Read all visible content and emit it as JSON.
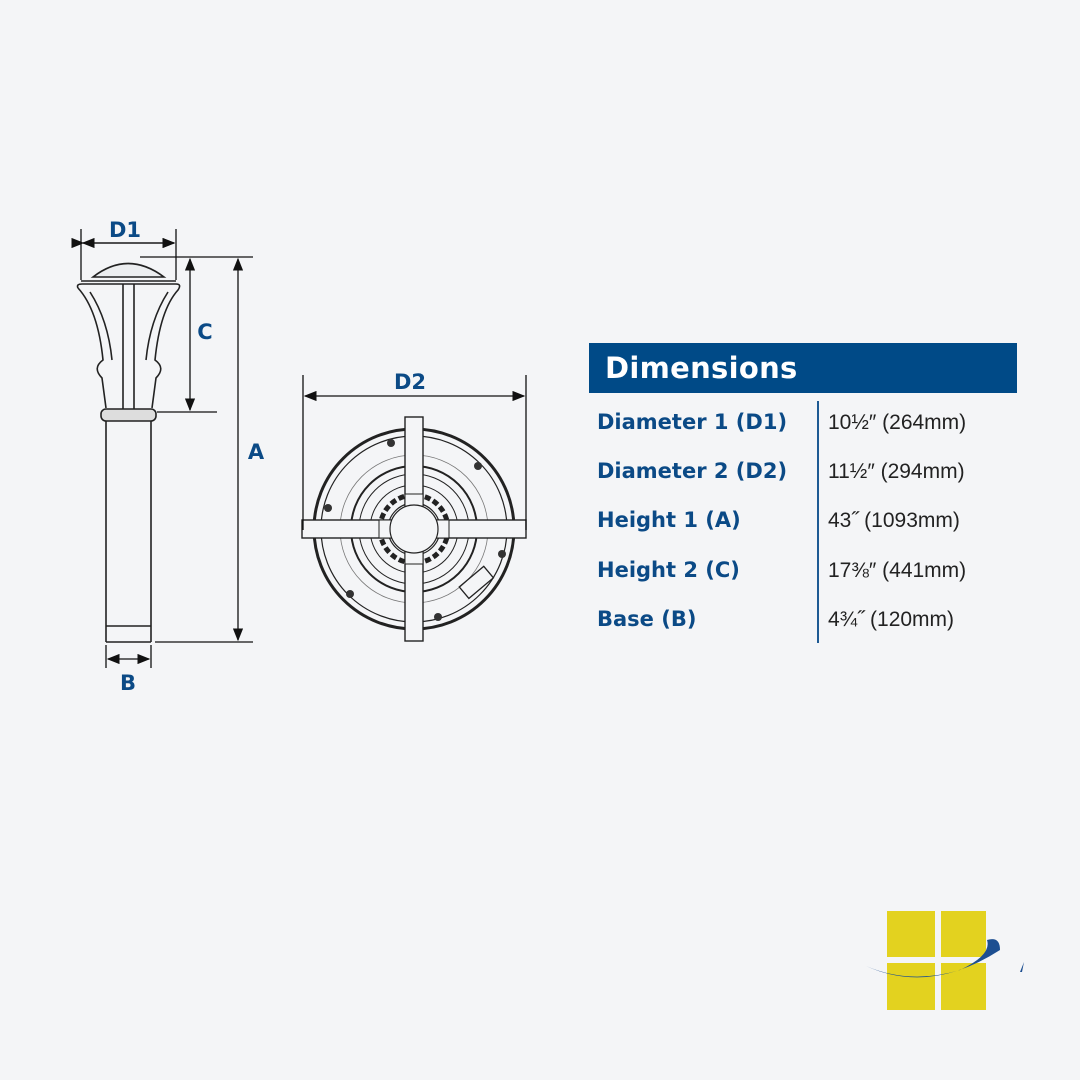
{
  "diagram": {
    "labels": {
      "d1": "D1",
      "d2": "D2",
      "a": "A",
      "b": "B",
      "c": "C"
    }
  },
  "table": {
    "title": "Dimensions",
    "rows": [
      {
        "label": "Diameter 1 (D1)",
        "value": "10½″ (264mm)"
      },
      {
        "label": "Diameter 2 (D2)",
        "value": "11½″ (294mm)"
      },
      {
        "label": "Height 1 (A)",
        "value": "43˝ (1093mm)"
      },
      {
        "label": "Height 2 (C)",
        "value": "17⅜″ (441mm)"
      },
      {
        "label": "Base (B)",
        "value": "4¾˝ (120mm)"
      }
    ]
  },
  "colors": {
    "accent": "#004a87",
    "logo_yellow": "#e3d21f",
    "background": "#f4f5f7"
  }
}
